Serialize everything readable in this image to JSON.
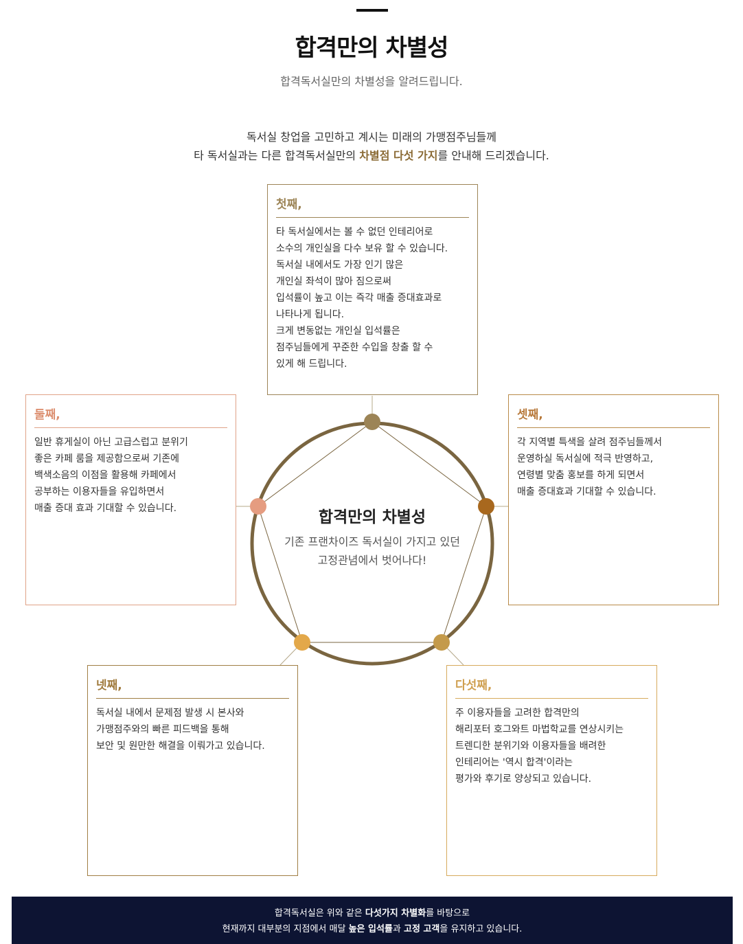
{
  "header": {
    "title": "합격만의 차별성",
    "subtitle": "합격독서실만의 차별성을 알려드립니다."
  },
  "intro": {
    "line1": "독서실 창업을 고민하고 계시는 미래의 가맹점주님들께",
    "line2_pre": "타 독서실과는 다른 합격독서실만의 ",
    "line2_em": "차별점 다섯 가지",
    "line2_post": "를 안내해 드리겠습니다."
  },
  "center": {
    "title": "합격만의 차별성",
    "desc_line1": "기존 프랜차이즈 독서실이 가지고 있던",
    "desc_line2": "고정관념에서 벗어나다!"
  },
  "boxes": {
    "first": {
      "title": "첫째,",
      "lines": [
        "타 독서실에서는 볼 수 없던 인테리어로",
        "소수의 개인실을 다수 보유 할 수 있습니다.",
        "독서실 내에서도 가장 인기 많은",
        "개인실 좌석이 많아 짐으로써",
        "입석률이 높고 이는 즉각 매출 증대효과로",
        "나타나게 됩니다.",
        "크게 변동없는 개인실 입석률은",
        "점주님들에게 꾸준한 수입을 창출 할 수",
        "있게 해 드립니다."
      ]
    },
    "second": {
      "title": "둘째,",
      "lines": [
        "일반 휴게실이 아닌 고급스럽고 분위기",
        "좋은 카페 룸을 제공함으로써 기존에",
        "백색소음의 이점을 활용해 카페에서",
        "공부하는 이용자들을 유입하면서",
        "매출 증대 효과 기대할 수 있습니다."
      ]
    },
    "third": {
      "title": "셋째,",
      "lines": [
        "각 지역별 특색을 살려 점주님들께서",
        "운영하실 독서실에 적극 반영하고,",
        "연령별 맞춤 홍보를 하게 되면서",
        "매출 증대효과 기대할 수 있습니다."
      ]
    },
    "fourth": {
      "title": "넷째,",
      "lines": [
        "독서실 내에서 문제점 발생 시 본사와",
        "가맹점주와의 빠른 피드백을 통해",
        "보안 및 원만한 해결을 이뤄가고 있습니다."
      ]
    },
    "fifth": {
      "title": "다섯째,",
      "lines": [
        "주 이용자들을 고려한 합격만의",
        "해리포터 호그와트 마법학교를 연상시키는",
        "트렌디한 분위기와 이용자들을 배려한",
        "인테리어는 '역시 합격'이라는",
        "평가와 후기로 양상되고 있습니다."
      ]
    }
  },
  "banner": {
    "line1_pre": "합격독서실은 위와 같은 ",
    "line1_em": "다섯가지 차별화",
    "line1_post": "를 바탕으로",
    "line2_pre": "현재까지 대부분의 지점에서 매달 ",
    "line2_em1": "높은 입석률",
    "line2_mid": "과 ",
    "line2_em2": "고정 고객",
    "line2_post": "을 유지하고 있습니다."
  },
  "colors": {
    "circle": "#7a6540",
    "dot_first": "#9c8456",
    "dot_second": "#e59c80",
    "dot_third": "#a8681e",
    "dot_fourth": "#e3a84a",
    "dot_fifth": "#c49a4a",
    "banner_bg": "#0d1433"
  }
}
